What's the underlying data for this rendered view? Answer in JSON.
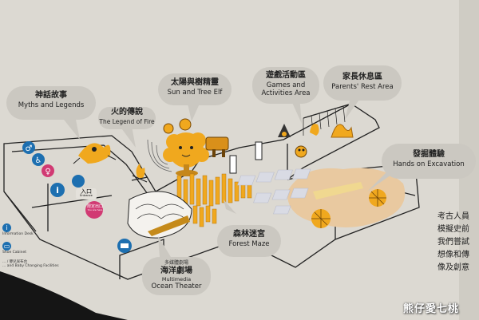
{
  "zones": {
    "myths": {
      "zh": "神話故事",
      "en": "Myths and Legends"
    },
    "fire": {
      "zh": "火的傳說",
      "en": "The Legend of Fire"
    },
    "sun_tree": {
      "zh": "太陽與樹精靈",
      "en": "Sun and Tree Elf"
    },
    "games": {
      "zh": "遊戲活動區",
      "en_line1": "Games and",
      "en_line2": "Activities Area"
    },
    "parents": {
      "zh": "家長休息區",
      "en": "Parents' Rest Area"
    },
    "excavation": {
      "zh": "發掘體驗",
      "en": "Hands on Excavation"
    },
    "maze": {
      "zh": "森林迷宮",
      "en": "Forest Maze"
    },
    "ocean": {
      "tiny": "多媒體劇場",
      "zh": "海洋劇場",
      "en_line1": "Multimedia",
      "en_line2": "Ocean Theater"
    }
  },
  "entrance": {
    "zh": "入口",
    "en": "Entrance"
  },
  "exit_sign": {
    "zh": "限定出口",
    "en": "You are here"
  },
  "legend": [
    {
      "icon": "information-icon",
      "glyph": "i",
      "label": "Information Desk"
    },
    {
      "icon": "locker-icon",
      "glyph": "▭",
      "label": "Shoe Cabinet"
    }
  ],
  "legend_fragment": "... / 嬰兒尿布台",
  "legend_fragment2": "... and Baby Changing Facilities",
  "side_text": [
    "考古人員",
    "模擬史前",
    "我們嘗試",
    "想像和傳",
    "像及創意"
  ],
  "watermark": "熊仔愛七桃",
  "colors": {
    "accent": "#f0a81e",
    "background": "#dcd9d2",
    "bubble": "#cbc8c1",
    "icon_blue": "#1d6fb0",
    "icon_pink": "#d13a73"
  }
}
